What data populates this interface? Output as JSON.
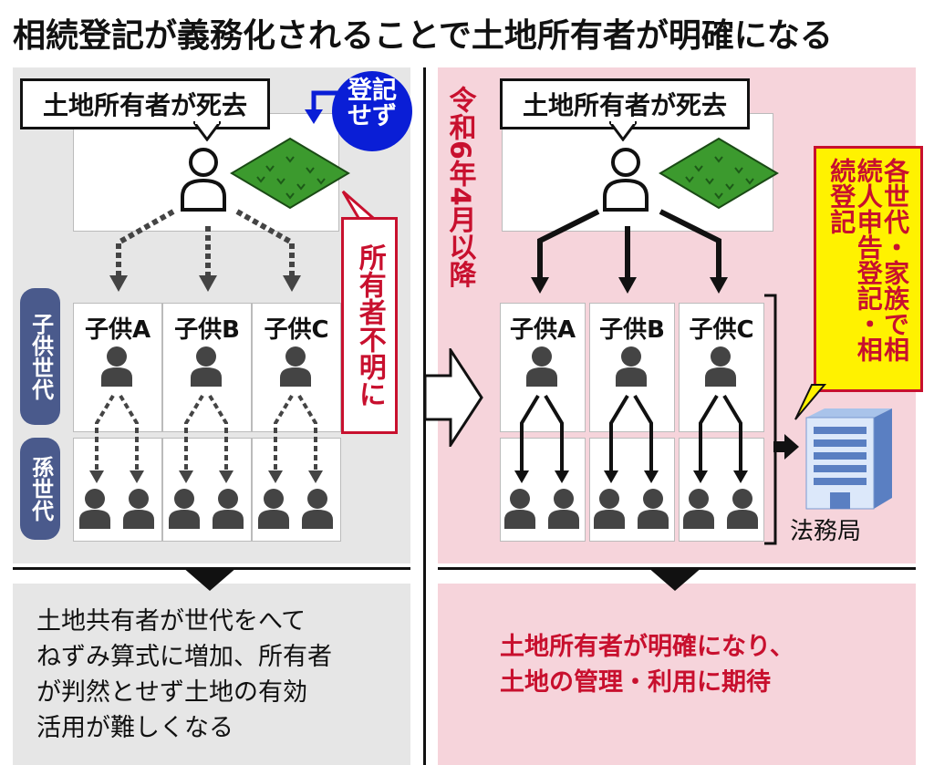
{
  "title": "相続登記が義務化されることで土地所有者が明確になる",
  "left": {
    "owner_callout": "土地所有者が死去",
    "not_registered": "登記せず",
    "unknown_owner": "所有者不明に",
    "children": [
      "子供A",
      "子供B",
      "子供C"
    ],
    "gen_children": "子供世代",
    "gen_grandchildren": "孫世代",
    "summary": "土地共有者が世代をへて\nねずみ算式に増加、所有者\nが判然とせず土地の有効\n活用が難しくなる"
  },
  "right": {
    "date_label": "令和6年4月以降",
    "owner_callout": "土地所有者が死去",
    "children": [
      "子供A",
      "子供B",
      "子供C"
    ],
    "registration_note": "各世代・家族で相続人申告登記・相続登記",
    "office_label": "法務局",
    "summary": "土地所有者が明確になり、\n土地の管理・利用に期待"
  },
  "colors": {
    "left_bg": "#e6e6e6",
    "right_bg": "#f6d4db",
    "blue_badge": "#0a1ed6",
    "red_accent": "#c8102e",
    "yellow_note": "#fff200",
    "pill": "#4a5a8c",
    "grass": "#3c9a2e"
  }
}
